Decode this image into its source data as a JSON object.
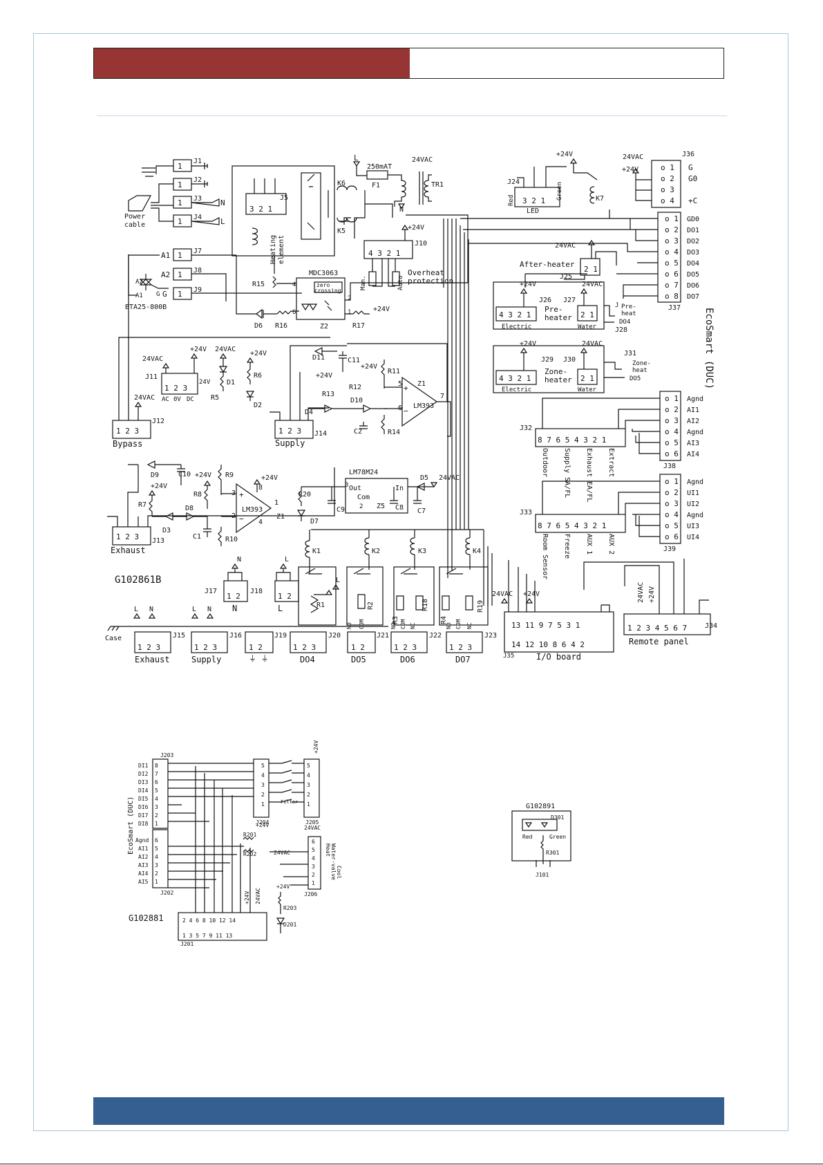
{
  "header": {
    "left_color": "#963534",
    "right_color": "#ffffff"
  },
  "footer": {
    "color": "#365f91"
  },
  "main_diagram": {
    "id_label": "G102861B",
    "side_label": "EcoSmart (DUC)",
    "power_cable": [
      "Power",
      "cable"
    ],
    "triac": "BTA25-800B",
    "fuse": "250mAT",
    "fuse_ref": "F1",
    "transformer_ref": "TR1",
    "optocoupler": "MDC3063",
    "zero_crossing": [
      "zero",
      "crossing"
    ],
    "heating_element": [
      "Heating",
      "element"
    ],
    "overheat": [
      "Overheat",
      "protection"
    ],
    "regulator": "LM78M24",
    "comparator": "LM393",
    "led_label": "LED",
    "after_heater": "After-heater",
    "pre_heater": [
      "Pre-",
      "heater"
    ],
    "pre_heat": [
      "Pre-",
      "heat"
    ],
    "zone_heater": [
      "Zone-",
      "heater"
    ],
    "zone_heat": [
      "Zone-",
      "heat"
    ],
    "electric": "Electric",
    "water": "Water",
    "bypass": "Bypass",
    "supply": "Supply",
    "exhaust": "Exhaust",
    "remote_panel": "Remote panel",
    "io_board": "I/O board",
    "case": "Case",
    "v24": "+24V",
    "v24ac": "24VAC",
    "j36_pins": [
      "G",
      "G0",
      "",
      "+C"
    ],
    "j37_pins": [
      "GD0",
      "DO1",
      "DO2",
      "DO3",
      "DO4",
      "DO5",
      "DO6",
      "DO7"
    ],
    "j38_pins": [
      "Agnd",
      "AI1",
      "AI2",
      "Agnd",
      "AI3",
      "AI4"
    ],
    "j39_pins": [
      "Agnd",
      "UI1",
      "UI2",
      "Agnd",
      "UI3",
      "UI4"
    ],
    "j32_labels": [
      "Outdoor",
      "Supply SA/FL",
      "Exhaust EA/FL",
      "Extract"
    ],
    "j33_labels": [
      "Room Sensor",
      "Freeze",
      "AUX 1",
      "AUX 2"
    ],
    "j11_labels": [
      "AC",
      "0V",
      "DC",
      "24V"
    ],
    "bottom_groups": [
      "Exhaust",
      "Supply",
      "DO4",
      "DO5",
      "DO6",
      "DO7"
    ],
    "relay_pins": [
      "NO",
      "COM",
      "NC"
    ]
  },
  "io_diagram": {
    "id_label": "G102881",
    "side_label": "EcoSmart (DUC)",
    "di_labels": [
      "DI1",
      "DI2",
      "DI3",
      "DI4",
      "DI5",
      "DI6",
      "DI7",
      "DI8"
    ],
    "ai_labels": [
      "Agnd",
      "AI1",
      "AI2",
      "AI3",
      "AI4",
      "AI5"
    ],
    "heat_cool": [
      "Heat",
      "Water-valve",
      "Cool"
    ],
    "filter": "Filter"
  },
  "led_diagram": {
    "id_label": "G102891",
    "red": "Red",
    "green": "Green",
    "led_ref": "D301",
    "res_ref": "R301",
    "conn_ref": "J101"
  }
}
